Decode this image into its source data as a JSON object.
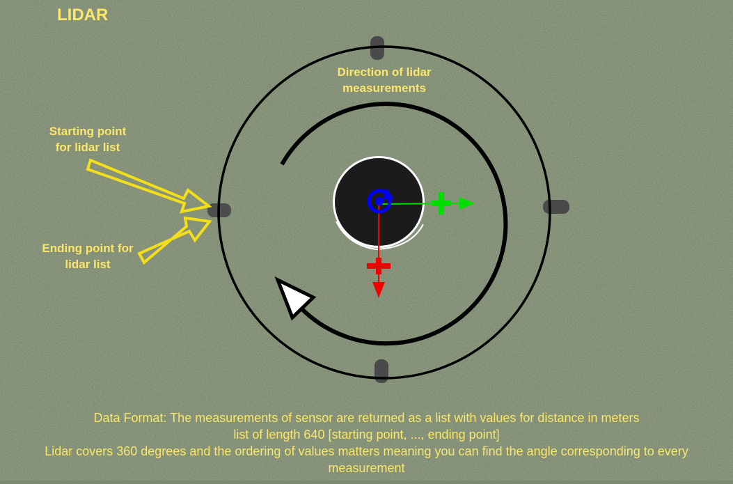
{
  "colors": {
    "ground": "#7d8a70",
    "label_yellow": "#fae76b",
    "outline_black": "#000000",
    "robot_body": "#1b1b1b",
    "axis_x": "#00dd00",
    "axis_y": "#ee0000",
    "axis_z": "#0000ff"
  },
  "title": "LIDAR",
  "labels": {
    "direction": [
      "Direction of lidar",
      "measurements"
    ],
    "start": [
      "Starting point",
      "for lidar list"
    ],
    "end": [
      "Ending point for",
      "lidar list"
    ]
  },
  "description": [
    "Data Format: The measurements of sensor are returned as a list with values for distance in meters",
    "list of length 640 [starting point, ..., ending point]",
    "Lidar covers 360 degrees and the ordering of values matters meaning you can find the angle corresponding to every",
    "measurement"
  ],
  "icons": {
    "arrows": "hollow-arrow-icon",
    "direction": "circular-arrow-icon",
    "frame": "axes-icon",
    "robot": "robot-icon"
  }
}
